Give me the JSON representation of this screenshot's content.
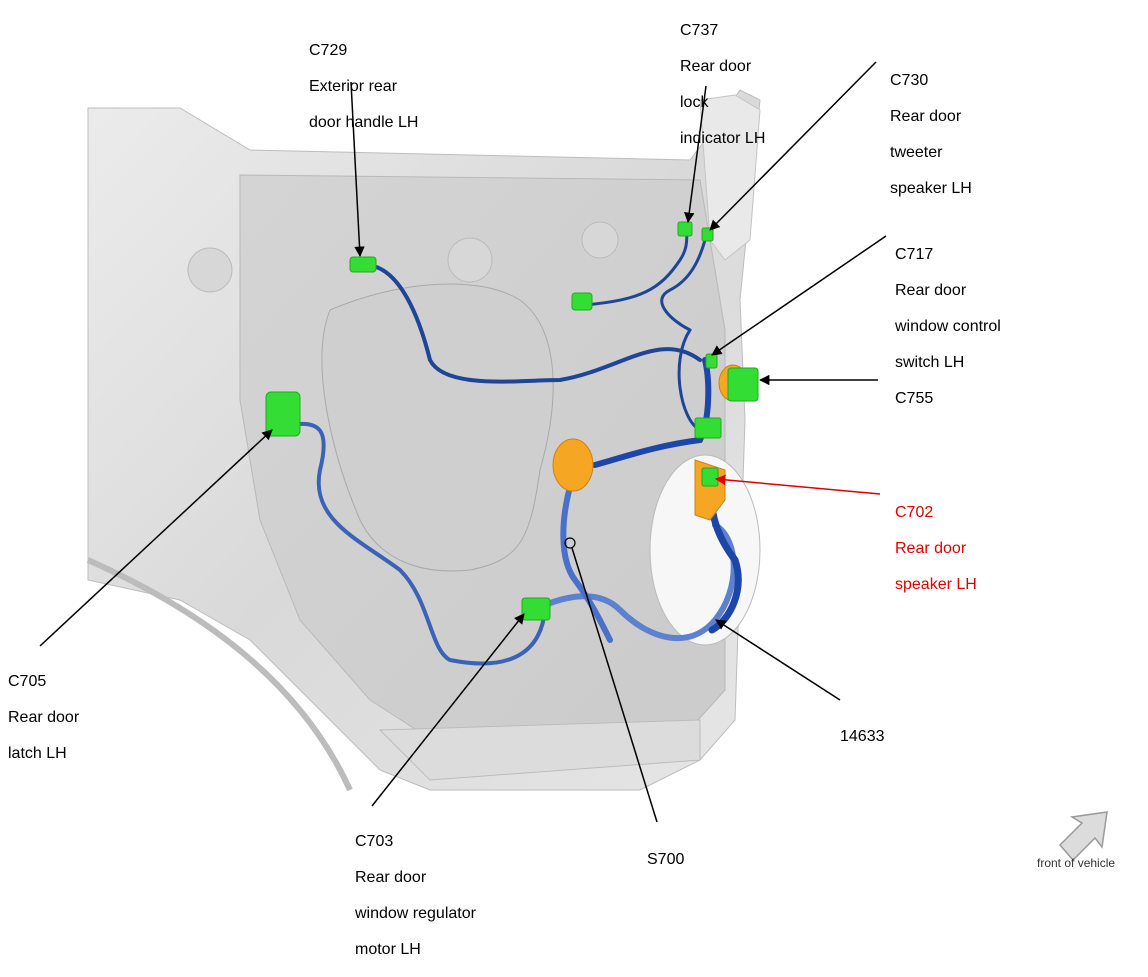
{
  "diagram": {
    "subject": "Rear door LH wiring harness",
    "colors": {
      "panel": "#dedede",
      "panel_shade": "#c9c9c9",
      "harness": "#2a52a8",
      "harness_light": "#6c8fd6",
      "connector": "#33dd33",
      "grommet": "#f5a623",
      "leader": "#000000",
      "highlight": "#e00000"
    },
    "callouts": [
      {
        "id": "C729",
        "lines": [
          "C729",
          "Exterior rear",
          "door handle LH"
        ],
        "highlight": false
      },
      {
        "id": "C737",
        "lines": [
          "C737",
          "Rear door",
          "lock",
          "indicator LH"
        ],
        "highlight": false
      },
      {
        "id": "C730",
        "lines": [
          "C730",
          "Rear door",
          "tweeter",
          "speaker LH"
        ],
        "highlight": false
      },
      {
        "id": "C717",
        "lines": [
          "C717",
          "Rear door",
          "window control",
          "switch LH"
        ],
        "highlight": false
      },
      {
        "id": "C755",
        "lines": [
          "C755"
        ],
        "highlight": false
      },
      {
        "id": "C702",
        "lines": [
          "C702",
          "Rear door",
          "speaker LH"
        ],
        "highlight": true
      },
      {
        "id": "14633",
        "lines": [
          "14633"
        ],
        "highlight": false
      },
      {
        "id": "S700",
        "lines": [
          "S700"
        ],
        "highlight": false
      },
      {
        "id": "C703",
        "lines": [
          "C703",
          "Rear door",
          "window regulator",
          "motor LH"
        ],
        "highlight": false
      },
      {
        "id": "C705",
        "lines": [
          "C705",
          "Rear door",
          "latch LH"
        ],
        "highlight": false
      }
    ],
    "orientation": {
      "icon": "arrow-up-right-icon",
      "label": "front of vehicle"
    }
  }
}
